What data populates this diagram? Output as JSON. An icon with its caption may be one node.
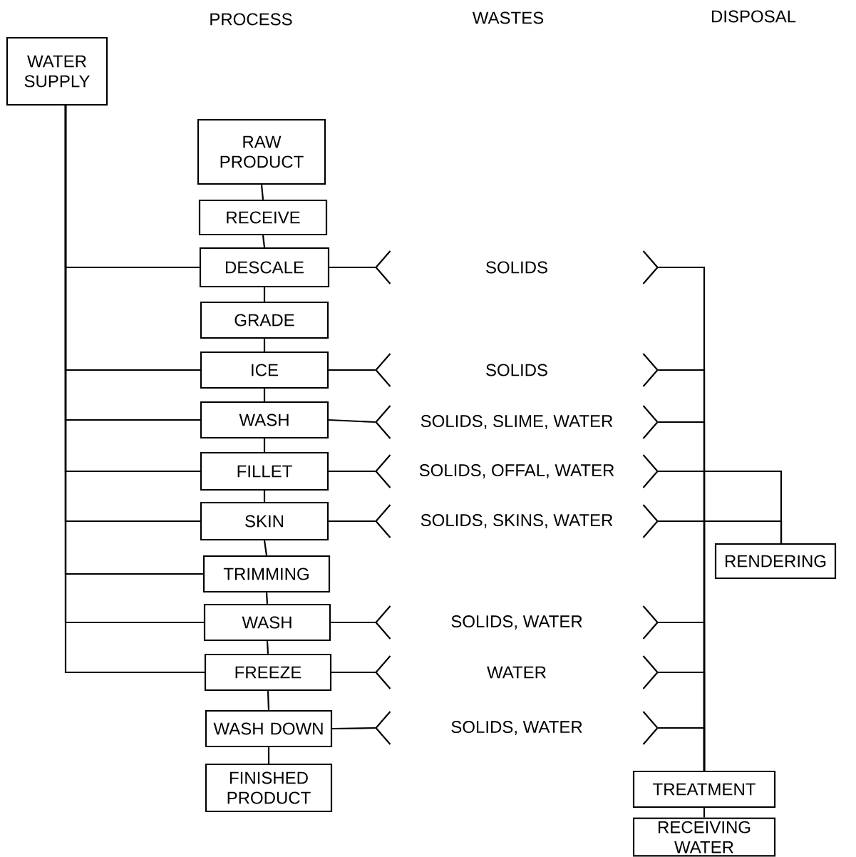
{
  "diagram": {
    "nodes": [
      {
        "text": [
          "WATER SUPPLY"
        ]
      },
      {
        "text": [
          "RAW PRODUCT"
        ]
      },
      {
        "text": [
          "RECEIVE"
        ]
      },
      {
        "text": [
          "DESCALE"
        ]
      },
      {
        "text": [
          "GRADE"
        ]
      },
      {
        "text": [
          "ICE"
        ]
      },
      {
        "text": [
          "WASH"
        ]
      },
      {
        "text": [
          "FILLET"
        ]
      },
      {
        "text": [
          "SKIN"
        ]
      },
      {
        "text": [
          "TRIMMING"
        ]
      },
      {
        "text": [
          "WASH"
        ]
      },
      {
        "text": [
          "FREEZE"
        ]
      },
      {
        "text": [
          "WASH DOWN"
        ]
      },
      {
        "text": [
          "FINISHED PRODUCT"
        ]
      },
      {
        "text": [
          "SOLIDS"
        ]
      },
      {
        "text": [
          "SOLIDS"
        ]
      },
      {
        "text": [
          "SOLIDS, SLIME, WATER"
        ]
      },
      {
        "text": [
          "SOLIDS, OFFAL, WATER"
        ]
      },
      {
        "text": [
          "SOLIDS, SKINS, WATER"
        ]
      },
      {
        "text": [
          "SOLIDS, WATER"
        ]
      },
      {
        "text": [
          "WATER"
        ]
      },
      {
        "text": [
          "SOLIDS, WATER"
        ]
      },
      {
        "text": [
          "RENDERING"
        ]
      },
      {
        "text": [
          "TREATMENT"
        ]
      },
      {
        "text": [
          "RECEIVING WATER"
        ]
      }
    ],
    "edges": [
      {
        "from": 1,
        "to": 2,
        "arrow": "none"
      },
      {
        "from": 2,
        "to": 3,
        "arrow": "none"
      },
      {
        "from": 3,
        "to": 4,
        "arrow": "none"
      },
      {
        "from": 4,
        "to": 5,
        "arrow": "none"
      },
      {
        "from": 5,
        "to": 6,
        "arrow": "none"
      },
      {
        "from": 6,
        "to": 7,
        "arrow": "none"
      },
      {
        "from": 7,
        "to": 8,
        "arrow": "none"
      },
      {
        "from": 8,
        "to": 9,
        "arrow": "none"
      },
      {
        "from": 9,
        "to": 10,
        "arrow": "none"
      },
      {
        "from": 10,
        "to": 11,
        "arrow": "none"
      },
      {
        "from": 11,
        "to": 12,
        "arrow": "none"
      },
      {
        "from": 12,
        "to": 13,
        "arrow": "none"
      },
      {
        "from": 0,
        "to": 3,
        "arrow": "none"
      },
      {
        "from": 0,
        "to": 5,
        "arrow": "none"
      },
      {
        "from": 0,
        "to": 6,
        "arrow": "none"
      },
      {
        "from": 0,
        "to": 7,
        "arrow": "none"
      },
      {
        "from": 0,
        "to": 8,
        "arrow": "none"
      },
      {
        "from": 0,
        "to": 9,
        "arrow": "none"
      },
      {
        "from": 0,
        "to": 10,
        "arrow": "none"
      },
      {
        "from": 0,
        "to": 11,
        "arrow": "none"
      },
      {
        "from": 3,
        "to": 14,
        "arrow": "none"
      },
      {
        "from": 5,
        "to": 15,
        "arrow": "none"
      },
      {
        "from": 6,
        "to": 16,
        "arrow": "none"
      },
      {
        "from": 7,
        "to": 17,
        "arrow": "none"
      },
      {
        "from": 8,
        "to": 18,
        "arrow": "none"
      },
      {
        "from": 10,
        "to": 19,
        "arrow": "none"
      },
      {
        "from": 11,
        "to": 20,
        "arrow": "none"
      },
      {
        "from": 12,
        "to": 21,
        "arrow": "none"
      },
      {
        "from": 14,
        "to": 23,
        "arrow": "none"
      },
      {
        "from": 15,
        "to": 23,
        "arrow": "none"
      },
      {
        "from": 16,
        "to": 23,
        "arrow": "none"
      },
      {
        "from": 17,
        "to": 23,
        "arrow": "none"
      },
      {
        "from": 18,
        "to": 23,
        "arrow": "none"
      },
      {
        "from": 19,
        "to": 23,
        "arrow": "none"
      },
      {
        "from": 20,
        "to": 23,
        "arrow": "none"
      },
      {
        "from": 21,
        "to": 23,
        "arrow": "none"
      },
      {
        "from": 17,
        "to": 22,
        "arrow": "none"
      },
      {
        "from": 18,
        "to": 22,
        "arrow": "none"
      },
      {
        "from": 23,
        "to": 24,
        "arrow": "none"
      }
    ],
    "labels": [
      "PROCESS",
      "WASTES",
      "DISPOSAL"
    ]
  }
}
